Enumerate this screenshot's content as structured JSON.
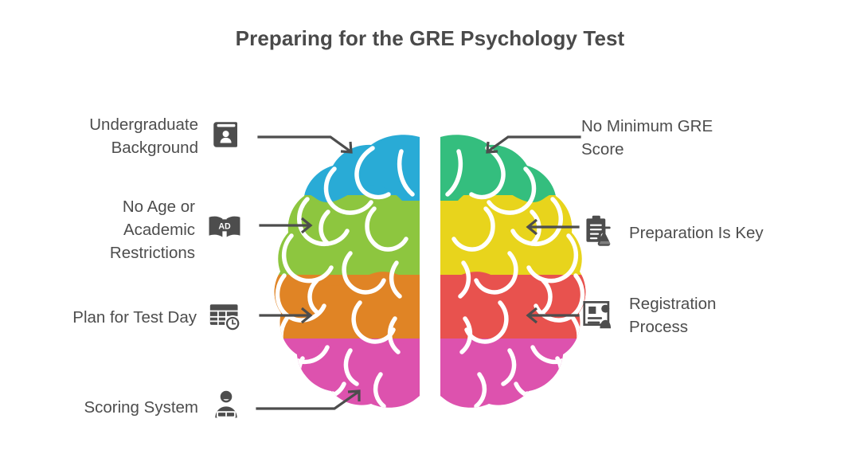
{
  "page": {
    "title": "Preparing for the GRE Psychology Test",
    "background": "#ffffff",
    "text_color": "#4d4d4d",
    "title_color": "#4a4a4a",
    "icon_color": "#4d4d4d",
    "arrow_color": "#4d4d4d"
  },
  "brain": {
    "name": "brain-illustration",
    "colors": {
      "left_top_blue": "#29ABD6",
      "left_mid_green": "#8DC63F",
      "left_lower_orange": "#E08425",
      "left_base_pink": "#DD52AE",
      "right_top_teal": "#34BE7E",
      "right_mid_yellow": "#E8D41C",
      "right_lower_red": "#E8524E",
      "right_base_pink": "#DD52AE",
      "sulci_lines": "#ffffff"
    }
  },
  "left_items": [
    {
      "id": "undergraduate-background",
      "label": "Undergraduate\nBackground",
      "icon": "book-person-badge-icon",
      "arrow": "elbow-down-right-arrow"
    },
    {
      "id": "no-age-or-academic-restrictions",
      "label": "No Age or\nAcademic\nRestrictions",
      "icon": "open-book-ad-icon",
      "arrow": "straight-right-arrow"
    },
    {
      "id": "plan-for-test-day",
      "label": "Plan for Test Day",
      "icon": "calendar-clock-icon",
      "arrow": "straight-right-arrow"
    },
    {
      "id": "scoring-system",
      "label": "Scoring System",
      "icon": "person-presenter-icon",
      "arrow": "elbow-up-right-arrow"
    }
  ],
  "right_items": [
    {
      "id": "no-minimum-gre-score",
      "label": "No Minimum GRE\nScore",
      "icon": "none",
      "arrow": "elbow-down-left-arrow"
    },
    {
      "id": "preparation-is-key",
      "label": "Preparation Is Key",
      "icon": "clipboard-flask-icon",
      "arrow": "straight-left-arrow"
    },
    {
      "id": "registration-process",
      "label": "Registration\nProcess",
      "icon": "id-card-person-icon",
      "arrow": "straight-left-arrow"
    }
  ]
}
